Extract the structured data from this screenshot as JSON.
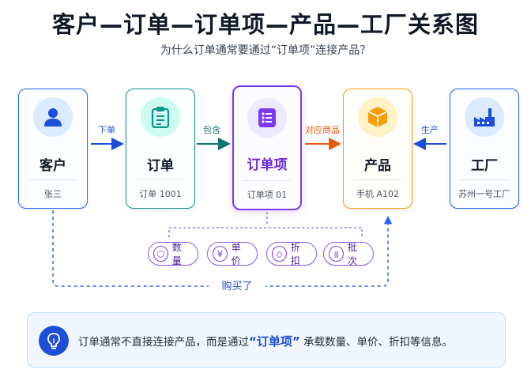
{
  "title": "客户—订单—订单项—产品—工厂关系图",
  "subtitle": "为什么订单通常要通过“订单项”连接产品？",
  "nodes": {
    "customer": {
      "name": "客户",
      "detail": "张三",
      "icon": "user-icon",
      "color": "#2563eb"
    },
    "order": {
      "name": "订单",
      "detail": "订单 1001",
      "icon": "clipboard-icon",
      "color": "#0d9488"
    },
    "order_item": {
      "name": "订单项",
      "detail": "订单项 01",
      "icon": "list-icon",
      "color": "#7c3aed"
    },
    "product": {
      "name": "产品",
      "detail": "手机 A102",
      "icon": "box-icon",
      "color": "#f59e0b"
    },
    "factory": {
      "name": "工厂",
      "detail": "苏州一号工厂",
      "icon": "factory-icon",
      "color": "#2563eb"
    }
  },
  "edges": {
    "customer_order": "下单",
    "order_item": "包含",
    "item_product": "对应商品",
    "factory_product": "生产",
    "customer_product": "购买了"
  },
  "attributes": [
    {
      "label": "数量",
      "icon": "cube-icon",
      "glyph": "⬡"
    },
    {
      "label": "单价",
      "icon": "yen-icon",
      "glyph": "¥"
    },
    {
      "label": "折扣",
      "icon": "tag-icon",
      "glyph": "◇"
    },
    {
      "label": "批次",
      "icon": "barcode-icon",
      "glyph": "|||"
    }
  ],
  "info": {
    "prefix": "订单通常不直接连接产品，而是通过",
    "highlight": "“订单项”",
    "suffix": "承载数量、单价、折扣等信息。"
  }
}
